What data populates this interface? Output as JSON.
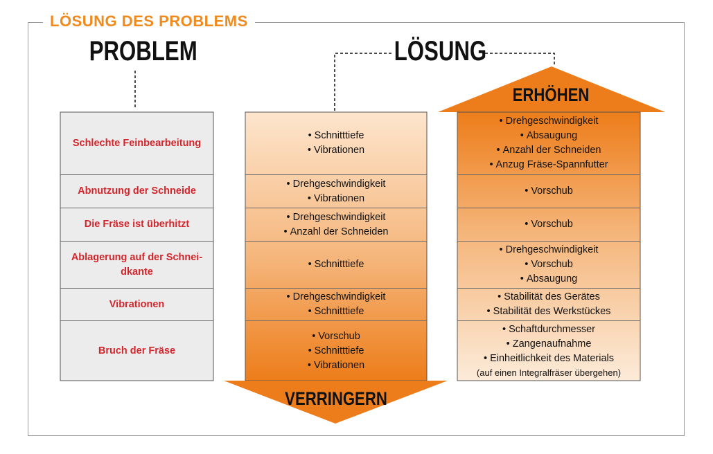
{
  "section_title": "LÖSUNG DES PROBLEMS",
  "headings": {
    "problem": "PROBLEM",
    "solution": "LÖSUNG"
  },
  "arrows": {
    "decrease": "VERRINGERN",
    "increase": "ERHÖHEN"
  },
  "colors": {
    "accent": "#f08a1c",
    "problem_text": "#d3262c",
    "problem_bg": "#ececec",
    "arrow_orange": "#ed7d1a",
    "light_peach": "#fbe0c6"
  },
  "rows": [
    {
      "problem": "Schlechte Feinbearbeitung",
      "decrease": [
        "Schnitttiefe",
        "Vibrationen"
      ],
      "increase": [
        "Drehgeschwindigkeit",
        "Absaugung",
        "Anzahl der Schneiden",
        "Anzug Fräse-Spannfutter"
      ]
    },
    {
      "problem": "Abnutzung der Schneide",
      "decrease": [
        "Drehgeschwindigkeit",
        "Vibrationen"
      ],
      "increase": [
        "Vorschub"
      ]
    },
    {
      "problem": "Die Fräse ist überhitzt",
      "decrease": [
        "Drehgeschwindigkeit",
        "Anzahl der Schneiden"
      ],
      "increase": [
        "Vorschub"
      ]
    },
    {
      "problem": "Ablagerung auf der Schnei-dkante",
      "decrease": [
        "Schnitttiefe"
      ],
      "increase": [
        "Drehgeschwindigkeit",
        "Vorschub",
        "Absaugung"
      ]
    },
    {
      "problem": "Vibrationen",
      "decrease": [
        "Drehgeschwindigkeit",
        "Schnitttiefe"
      ],
      "increase": [
        "Stabilität des Gerätes",
        "Stabilität des Werkstückes"
      ]
    },
    {
      "problem": "Bruch der Fräse",
      "decrease": [
        "Vorschub",
        "Schnitttiefe",
        "Vibrationen"
      ],
      "increase": [
        "Schaftdurchmesser",
        "Zangenaufnahme",
        "Einheitlichkeit des Materials"
      ],
      "increase_note": "(auf einen Integralfräser übergehen)"
    }
  ]
}
